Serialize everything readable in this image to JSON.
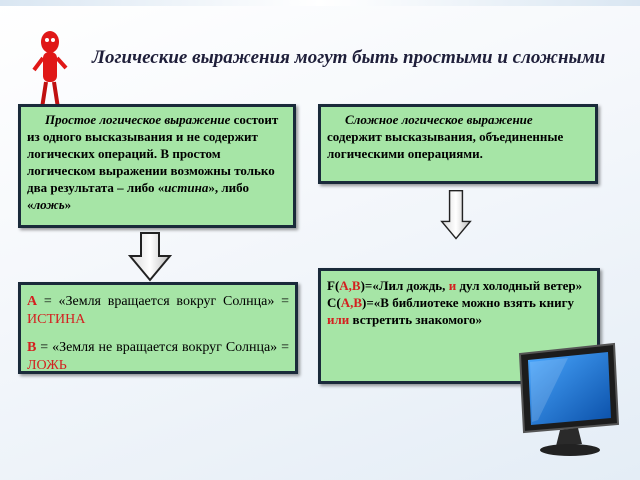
{
  "title": "Логические выражения могут быть простыми и сложными",
  "simple": {
    "italic_head": "Простое логическое выражение",
    "rest": "состоит из одного высказывания и не содержит логических операций. В простом логическом выражении возможны только два результата – либо «",
    "true_word": "истина",
    "mid": "», либо «",
    "false_word": "ложь",
    "end": "»"
  },
  "complex": {
    "italic_head": "Сложное логическое выражение",
    "rest": "содержит высказывания, объединенные логическими операциями."
  },
  "examples_simple": {
    "a_var": "A",
    "a_text": " = «Земля вращается вокруг Солнца» = ",
    "a_value": "ИСТИНА",
    "b_var": "B",
    "b_text": " = «Земля не вращается вокруг Солнца» = ",
    "b_value": "ЛОЖЬ"
  },
  "examples_complex": {
    "f_prefix": "F(",
    "f_args": "A,B",
    "f_text1": ")=«Лил дождь, ",
    "f_op": "и",
    "f_text2": " дул холодный ветер»",
    "c_prefix": "C(",
    "c_args": "A,B",
    "c_text1": ")=«В библиотеке можно взять книгу ",
    "c_op": "или",
    "c_text2": " встретить знакомого»"
  },
  "colors": {
    "box_fill": "#a6e5a6",
    "box_border": "#1a2a3a",
    "accent_red": "#d42020"
  }
}
